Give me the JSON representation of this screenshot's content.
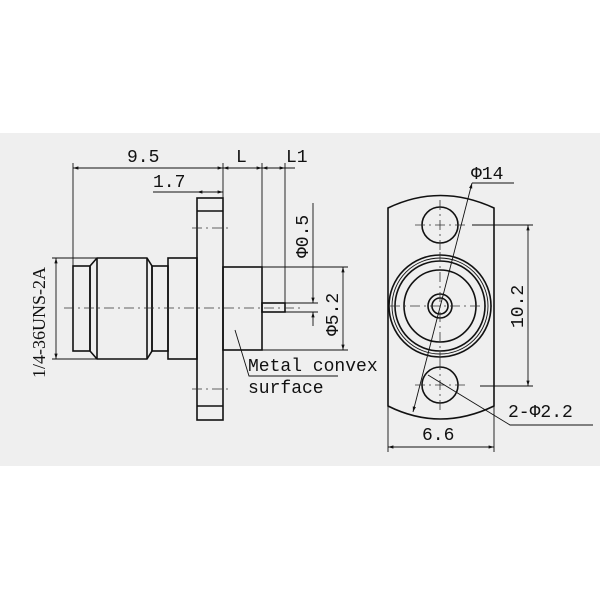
{
  "side_view": {
    "dim_overall_length": "9.5",
    "dim_L": "L",
    "dim_L1": "L1",
    "dim_flange_thickness": "1.7",
    "dim_pin_diameter": "Φ0.5",
    "dim_body_diameter": "Φ5.2",
    "thread_spec": "1/4-36UNS-2A",
    "note_line1": "Metal convex",
    "note_line2": "surface"
  },
  "front_view": {
    "dim_flange_diameter": "Φ14",
    "dim_hole_spacing": "10.2",
    "dim_flange_width": "6.6",
    "dim_holes": "2-Φ2.2"
  }
}
